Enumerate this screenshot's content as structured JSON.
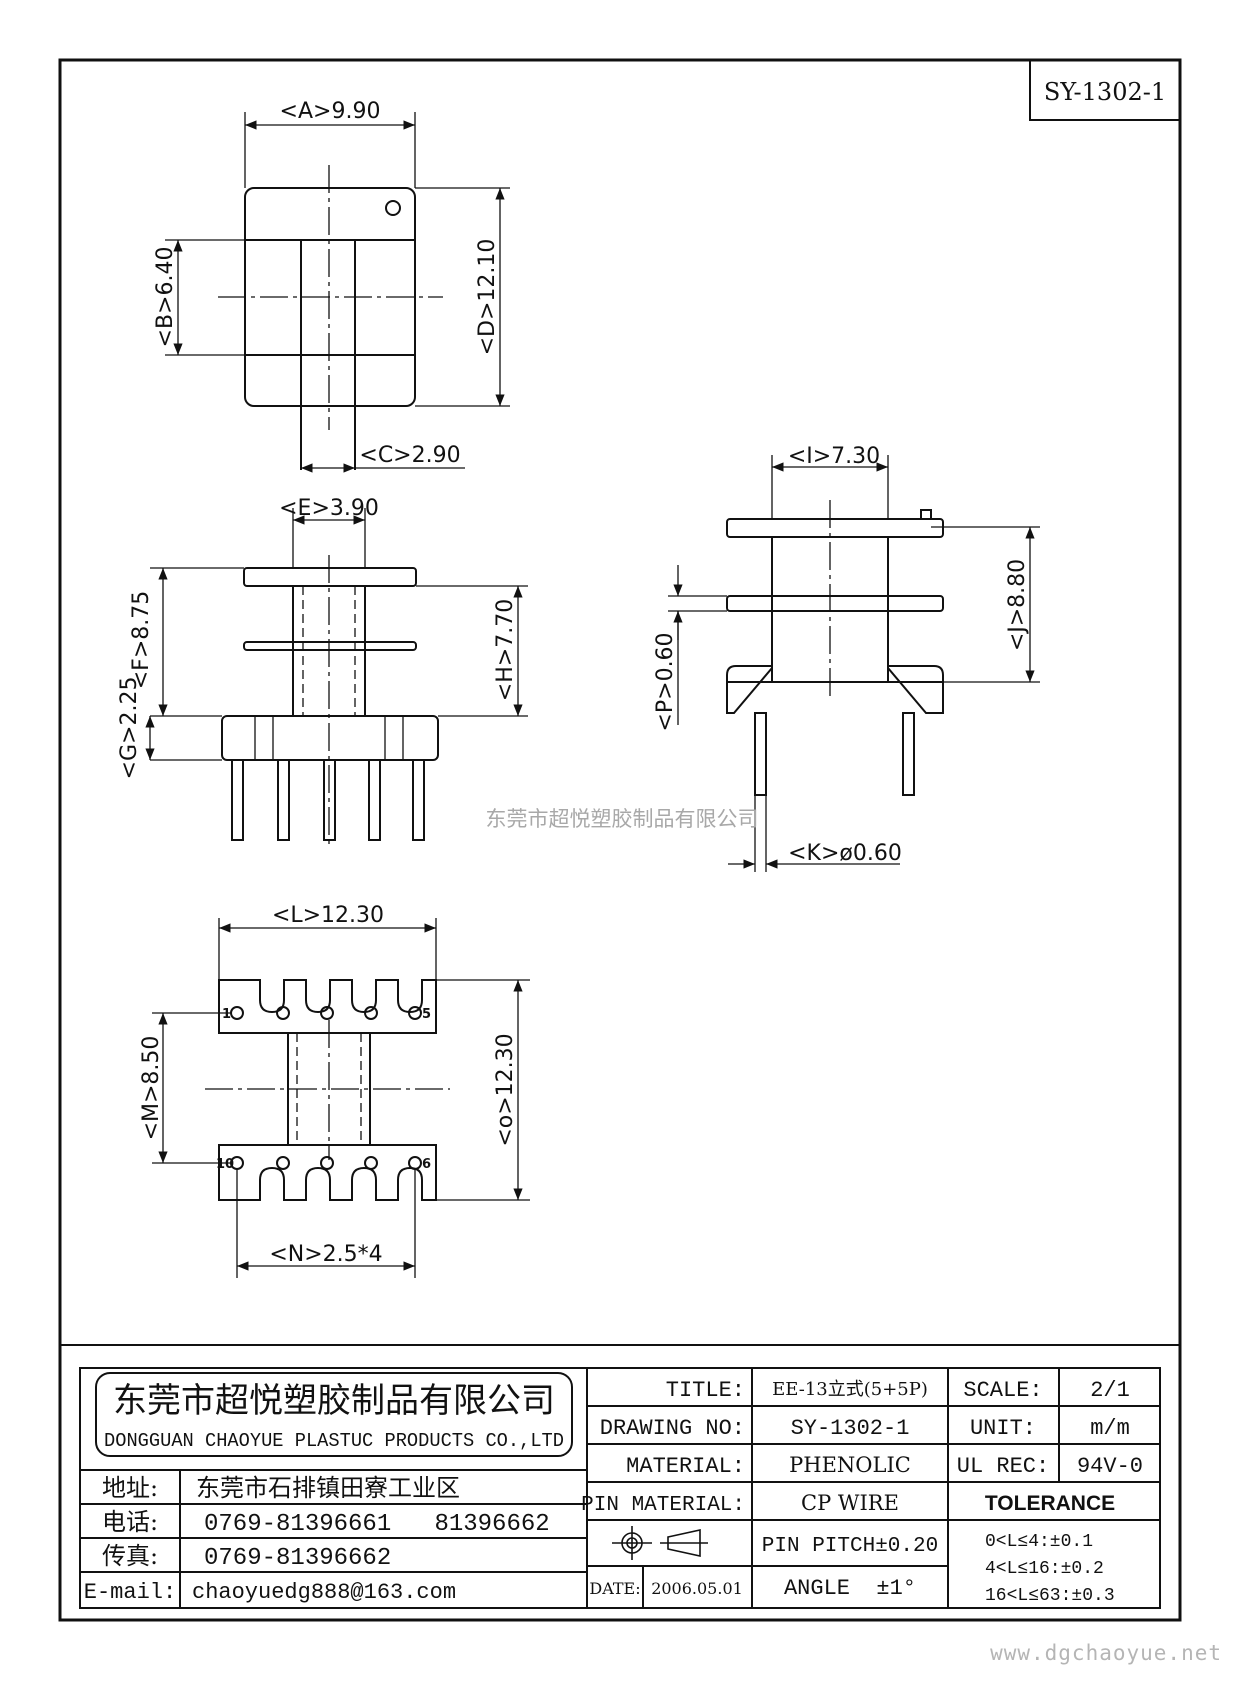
{
  "drawing_code": "SY-1302-1",
  "dims": {
    "A": "<A>9.90",
    "B": "<B>6.40",
    "C": "<C>2.90",
    "D": "<D>12.10",
    "E": "<E>3.90",
    "F": "<F>8.75",
    "G": "<G>2.25",
    "H": "<H>7.70",
    "I": "<I>7.30",
    "J": "<J>8.80",
    "K": "<K>ø0.60",
    "P": "<P>0.60",
    "L": "<L>12.30",
    "M": "<M>8.50",
    "N": "<N>2.5*4",
    "O": "<o>12.30"
  },
  "pins": {
    "p1": "1",
    "p5": "5",
    "p10": "10",
    "p6": "6"
  },
  "watermark_center": "东莞市超悦塑胶制品有限公司",
  "watermark_corner": "www.dgchaoyue.net",
  "company": {
    "name_cn": "东莞市超悦塑胶制品有限公司",
    "name_en": "DONGGUAN CHAOYUE PLASTUC PRODUCTS CO.,LTD",
    "address_label": "地址:",
    "address": "东莞市石排镇田寮工业区",
    "phone_label": "电话:",
    "phone": "0769-81396661   81396662",
    "fax_label": "传真:",
    "fax": "0769-81396662",
    "email_label": "E-mail:",
    "email": "chaoyuedg888@163.com"
  },
  "titleblock": {
    "title_label": "TITLE:",
    "title": "EE-13立式(5+5P)",
    "drawing_no_label": "DRAWING NO:",
    "drawing_no": "SY-1302-1",
    "material_label": "MATERIAL:",
    "material": "PHENOLIC",
    "pin_material_label": "PIN MATERIAL:",
    "pin_material": "CP WIRE",
    "date_label": "DATE:",
    "date": "2006.05.01",
    "pin_pitch": "PIN PITCH±0.20",
    "angle": "ANGLE  ±1°",
    "scale_label": "SCALE:",
    "scale": "2/1",
    "unit_label": "UNIT:",
    "unit": "m/m",
    "ul_rec_label": "UL REC:",
    "ul_rec": "94V-0",
    "tolerance_label": "TOLERANCE",
    "tol_1": "0<L≤4:±0.1",
    "tol_2": "4<L≤16:±0.2",
    "tol_3": "16<L≤63:±0.3"
  }
}
